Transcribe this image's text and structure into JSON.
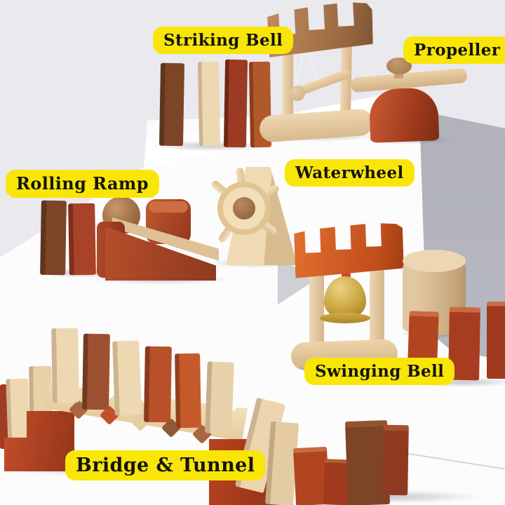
{
  "labels": {
    "striking_bell": "Striking Bell",
    "propeller": "Propeller",
    "rolling_ramp": "Rolling Ramp",
    "waterwheel": "Waterwheel",
    "swinging_bell": "Swinging Bell",
    "bridge_tunnel": "Bridge & Tunnel"
  },
  "colors": {
    "bg": "#e9e9ee",
    "podium-white": "#fcfcfd",
    "podium-side": "#b5b6c0",
    "label-bg": "#f9e606",
    "label-text": "#141414",
    "wood-cream": "#eed8b2",
    "wood-tan": "#e0c096",
    "wood-light": "#c79868",
    "wood-brown": "#9d5130",
    "wood-darkbrown": "#7d4526",
    "wood-red": "#b0451f",
    "wood-darkred": "#9c3b24",
    "wood-orange": "#c55a2b",
    "bell-gold": "#c9a440",
    "bead-red": "#d8402c",
    "string-white": "#f2f1ee"
  }
}
